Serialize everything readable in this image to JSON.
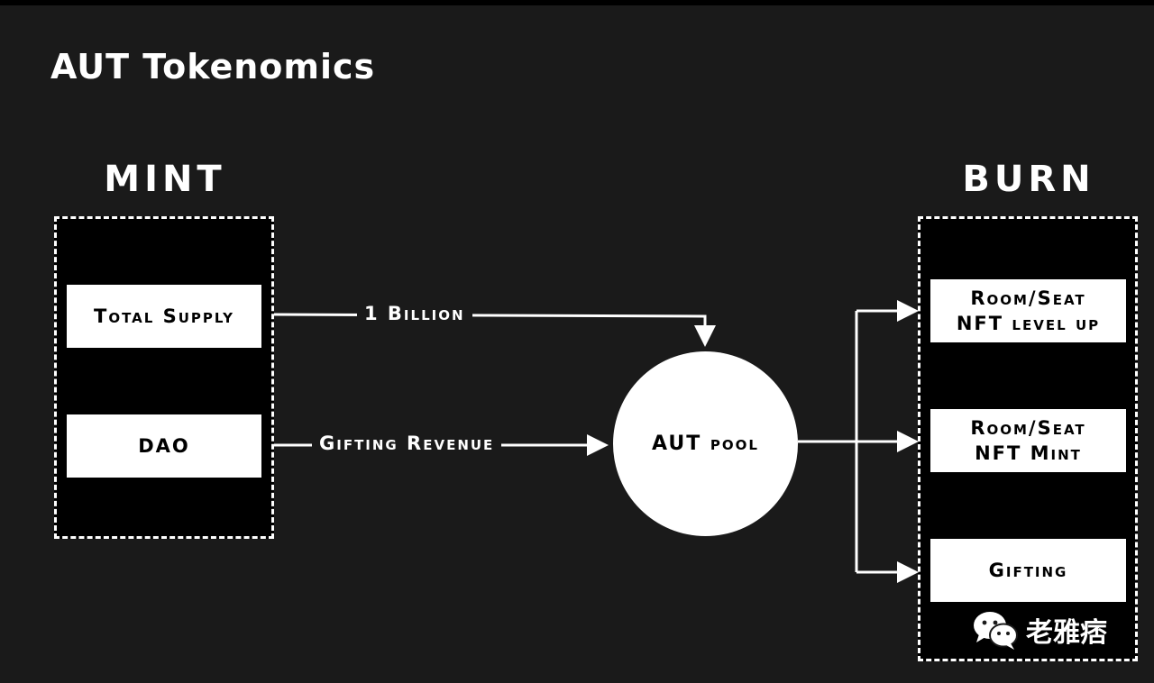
{
  "title": "AUT Tokenomics",
  "mint": {
    "title": "MINT",
    "nodes": [
      "Total Supply",
      "DAO"
    ]
  },
  "burn": {
    "title": "BURN",
    "nodes": [
      {
        "line1": "Room/Seat",
        "line2": "NFT level up"
      },
      {
        "line1": "Room/Seat",
        "line2": "NFT Mint"
      },
      {
        "line1": "Gifting",
        "line2": ""
      }
    ]
  },
  "pool": {
    "label": "AUT pool"
  },
  "edges": {
    "supply_to_pool": "1 Billion",
    "dao_to_pool": "Gifting Revenue"
  },
  "watermark": {
    "text": "老雅痞",
    "icon": "wechat-icon"
  },
  "colors": {
    "background": "#1a1a1a",
    "foreground": "#ffffff",
    "box_fill": "#000000"
  }
}
